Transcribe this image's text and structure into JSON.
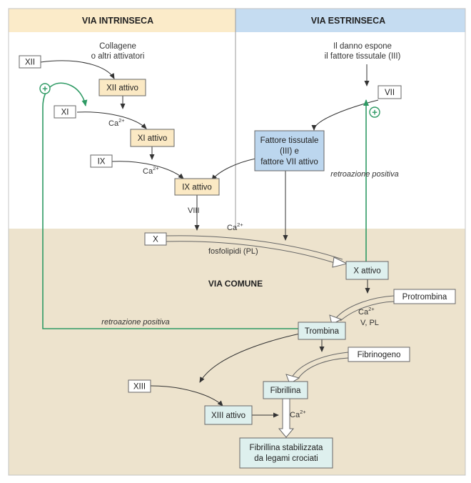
{
  "headers": {
    "intrinsic": "VIA INTRINSECA",
    "extrinsic": "VIA ESTRINSECA",
    "common": "VIA COMUNE"
  },
  "notes": {
    "collagen_line1": "Collagene",
    "collagen_line2": "o altri attivatori",
    "damage_line1": "Il danno espone",
    "damage_line2": "il fattore tissutale (III)",
    "feedback_intrinsic": "retroazione positiva",
    "feedback_extrinsic": "retroazione positiva",
    "phospholipids": "fosfolipidi (PL)",
    "ca_base": "Ca",
    "ca_sup": "2+",
    "viii": "VIII",
    "v_pl": "V, PL",
    "plus": "+"
  },
  "factors": {
    "xii": "XII",
    "xii_active": "XII attivo",
    "xi": "XI",
    "xi_active": "XI attivo",
    "ix": "IX",
    "ix_active": "IX attivo",
    "vii": "VII",
    "tf_line1": "Fattore tissutale",
    "tf_line2": "(III) e",
    "tf_line3": "fattore VII attivo",
    "x": "X",
    "x_active": "X attivo",
    "prothrombin": "Protrombina",
    "thrombin": "Trombina",
    "fibrinogen": "Fibrinogeno",
    "xiii": "XIII",
    "xiii_active": "XIII attivo",
    "fibrin": "Fibrillina",
    "stable_line1": "Fibrillina stabilizzata",
    "stable_line2": "da legami crociati"
  },
  "colors": {
    "intrinsic_header": "#fbebc9",
    "extrinsic_header": "#c5dcf1",
    "common_bg": "#ede3cd",
    "yellow_box": "#fbe9c4",
    "blue_box": "#bcd6ee",
    "teal_box": "#def0ee",
    "feedback": "#2e9a64"
  }
}
